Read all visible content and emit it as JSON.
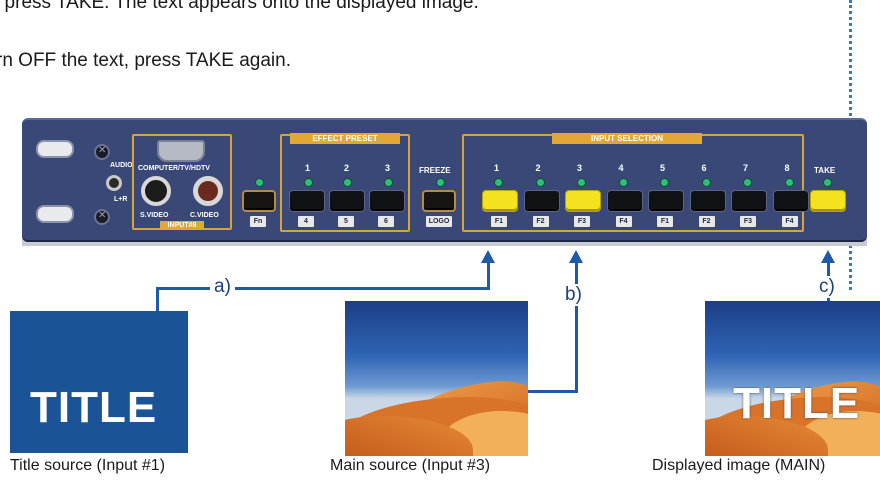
{
  "instructions": {
    "line1": ", press TAKE. The text appears onto the displayed image.",
    "line2": "rn OFF the text, press TAKE again."
  },
  "panel": {
    "audio_label": "AUDIO",
    "lr_label": "L+R",
    "computer_label": "COMPUTER/TV/HDTV",
    "svideo_label": "S.VIDEO",
    "cvideo_label": "C.VIDEO",
    "input8_label": "INPUT#8",
    "fn_tag": "Fn",
    "effect_preset": {
      "title": "EFFECT PRESET",
      "numbers": [
        "1",
        "2",
        "3"
      ],
      "tags": [
        "4",
        "5",
        "6"
      ]
    },
    "freeze_label": "FREEZE",
    "logo_tag": "LOGO",
    "input_selection": {
      "title": "INPUT   SELECTION",
      "numbers": [
        "1",
        "2",
        "3",
        "4",
        "5",
        "6",
        "7",
        "8"
      ],
      "tags": [
        "F1",
        "F2",
        "F3",
        "F4",
        "F1",
        "F2",
        "F3",
        "F4"
      ],
      "active": [
        "1",
        "3"
      ]
    },
    "take_label": "TAKE",
    "colors": {
      "panel": "#3a4877",
      "accent_gold": "#e2a834",
      "led": "#2bbf77",
      "active_key": "#f4e21e"
    }
  },
  "markers": {
    "a": "a)",
    "b": "b)",
    "c": "c)"
  },
  "images": {
    "title_source": {
      "overlay_text": "TITLE",
      "caption": "Title source (Input #1)"
    },
    "main_source": {
      "caption": "Main source (Input #3)"
    },
    "displayed": {
      "overlay_text": "TITLE",
      "caption": "Displayed image (MAIN)"
    }
  }
}
